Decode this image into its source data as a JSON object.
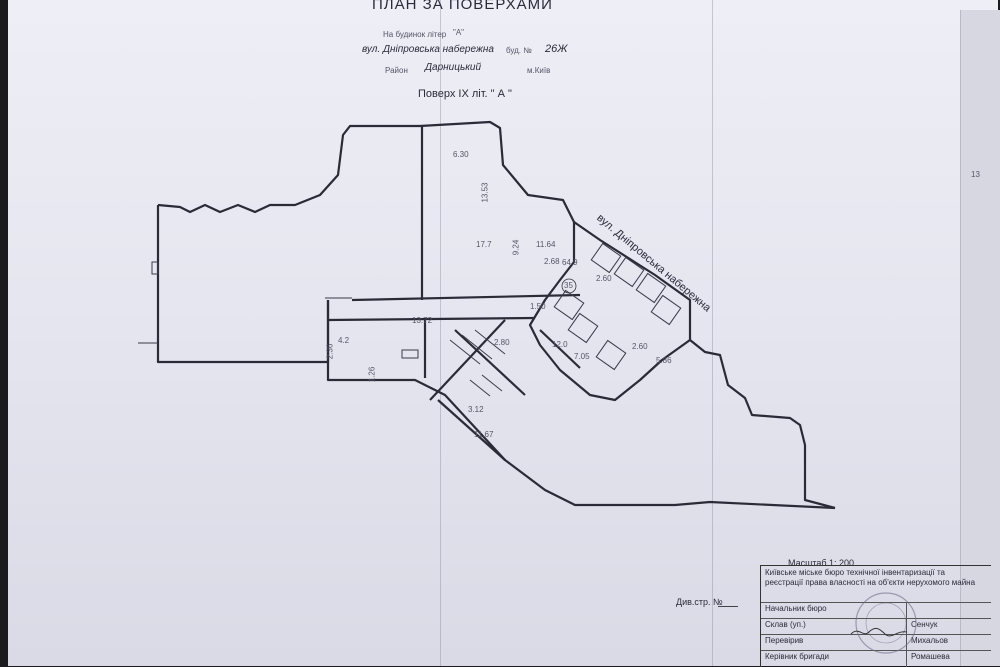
{
  "header": {
    "title": "ПЛАН ЗА ПОВЕРХАМИ",
    "building_label": "На будинок літер",
    "building_letter": "\"А\"",
    "street": "вул. Дніпровська набережна",
    "house_prefix": "буд. №",
    "house_number": "26Ж",
    "district_label": "Район",
    "district": "Дарницький",
    "city": "м.Київ"
  },
  "floor_title": "Поверх IX літ. \" А \"",
  "street_label": "вул. Дніпровська набережна",
  "room_numbers": [
    "35"
  ],
  "dimensions": [
    "6.30",
    "13.53",
    "17.7",
    "9.24",
    "11.64",
    "2.68",
    "64.9",
    "2.60",
    "13.72",
    "4.2",
    "2.36",
    "1.26",
    "2.80",
    "1.50",
    "7.05",
    "2.60",
    "5.86",
    "11.67",
    "3.12",
    "12.0"
  ],
  "side_number": "13",
  "scale": "Масштаб 1: 200",
  "page_ref": "Див.стр. №",
  "stamp": {
    "org": "Київське міське бюро технічної інвентаризації та реєстрації права власності на об'єкти нерухомого майна",
    "rows": [
      {
        "role": "Начальник бюро",
        "name": ""
      },
      {
        "role": "Склав (уп.)",
        "name": "Сенчук"
      },
      {
        "role": "Перевірив",
        "name": "Михальов"
      },
      {
        "role": "Керівник бригади",
        "name": "Ромашева"
      }
    ]
  }
}
